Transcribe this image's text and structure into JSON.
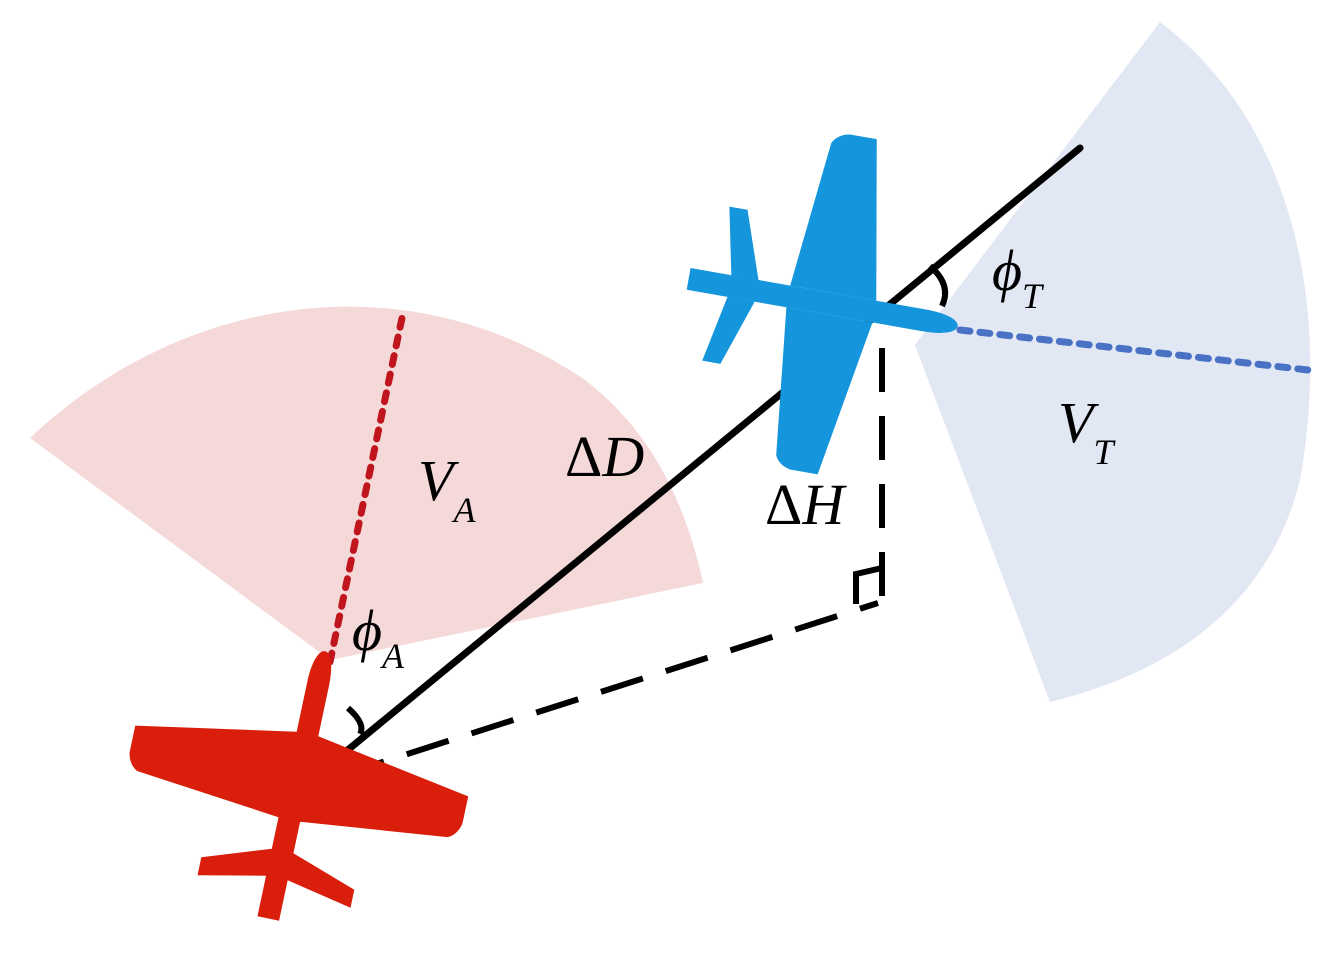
{
  "colors": {
    "attacker": "#d91e0c",
    "attacker_sector": "#f5d9d9",
    "attacker_heading": "#c0151d",
    "target": "#1596dc",
    "target_sector": "#e2e7f4",
    "target_heading": "#4a72c4",
    "line": "#000000"
  },
  "labels": {
    "distance": {
      "symbol": "Δ",
      "var": "D"
    },
    "height": {
      "symbol": "Δ",
      "var": "H"
    },
    "attacker_angle": {
      "var": "ϕ",
      "sub": "A"
    },
    "target_angle": {
      "var": "ϕ",
      "sub": "T"
    },
    "attacker_speed": {
      "var": "V",
      "sub": "A"
    },
    "target_speed": {
      "var": "V",
      "sub": "T"
    }
  },
  "icons": {
    "attacker": "airplane-icon",
    "target": "airplane-icon"
  }
}
